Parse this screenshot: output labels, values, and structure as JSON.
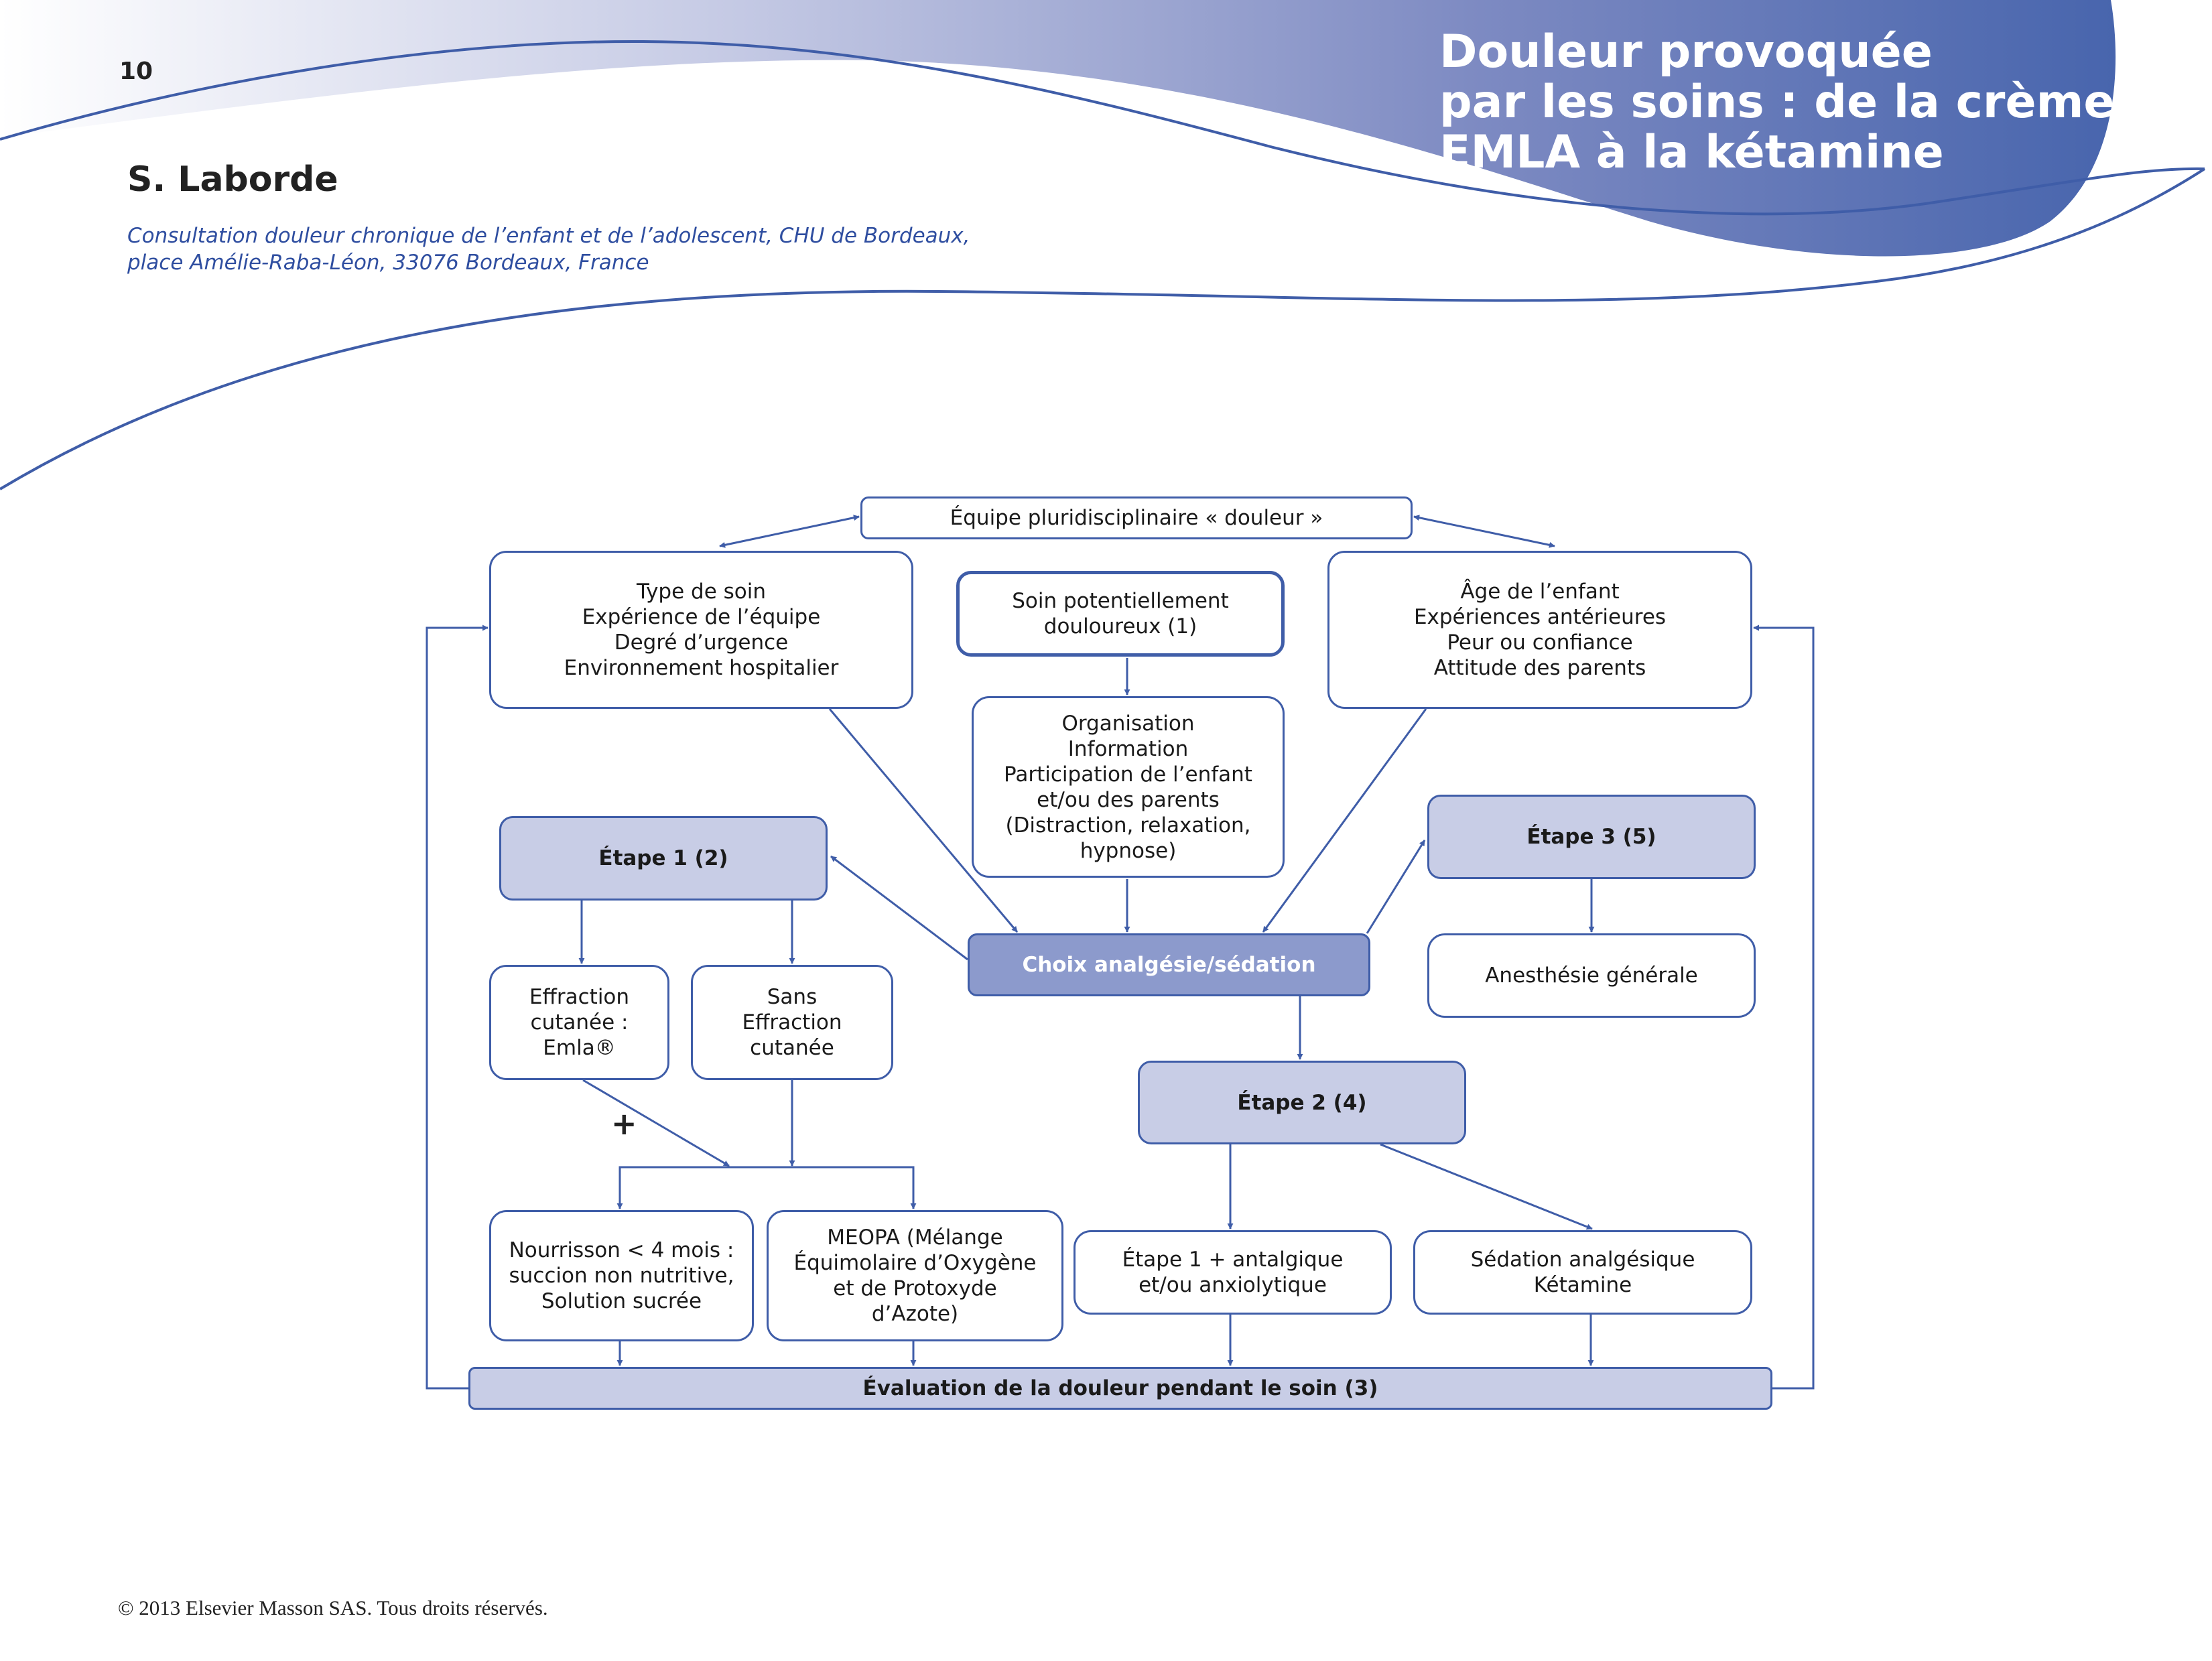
{
  "header": {
    "page_number": "10",
    "title_lines": [
      "Douleur provoquée",
      "par les soins : de la crème",
      "EMLA à la kétamine"
    ],
    "author": "S. Laborde",
    "affiliation_lines": [
      "Consultation douleur chronique de l’enfant et de l’adolescent, CHU de Bordeaux,",
      "place Amélie-Raba-Léon, 33076 Bordeaux, France"
    ],
    "colors": {
      "accent": "#3f5da8",
      "band_light": "#eef0f8",
      "band_dark": "#4a66ae"
    }
  },
  "diagram": {
    "team": "Équipe pluridisciplinaire « douleur »",
    "care_factors": "Type de soin\nExpérience de l’équipe\nDegré d’urgence\nEnvironnement hospitalier",
    "painful_care": "Soin potentiellement\ndouloureux (1)",
    "child_factors": "Âge de l’enfant\nExpériences antérieures\nPeur ou confiance\nAttitude des parents",
    "organisation": "Organisation\nInformation\nParticipation de l’enfant\net/ou des parents\n(Distraction, relaxation,\nhypnose)",
    "step1": "Étape 1 (2)",
    "step3": "Étape 3 (5)",
    "choice": "Choix analgésie/sédation",
    "general_anesthesia": "Anesthésie générale",
    "skin_breach": "Effraction\ncutanée :\nEmla®",
    "no_skin_breach": "Sans\nEffraction\ncutanée",
    "plus_sign": "+",
    "step2": "Étape 2 (4)",
    "infant": "Nourrisson < 4 mois :\nsuccion non nutritive,\nSolution sucrée",
    "meopa": "MEOPA (Mélange\nÉquimolaire d’Oxygène\net de Protoxyde\nd’Azote)",
    "step1_plus": "Étape 1 + antalgique\net/ou anxiolytique",
    "sedation": "Sédation analgésique\nKétamine",
    "evaluation": "Évaluation de la douleur pendant le soin (3)",
    "colors": {
      "step_fill": "#c8cde6",
      "choice_fill": "#8c9acc",
      "border": "#3f5da8"
    }
  },
  "footer": {
    "copyright": "© 2013 Elsevier Masson SAS. Tous droits réservés."
  }
}
